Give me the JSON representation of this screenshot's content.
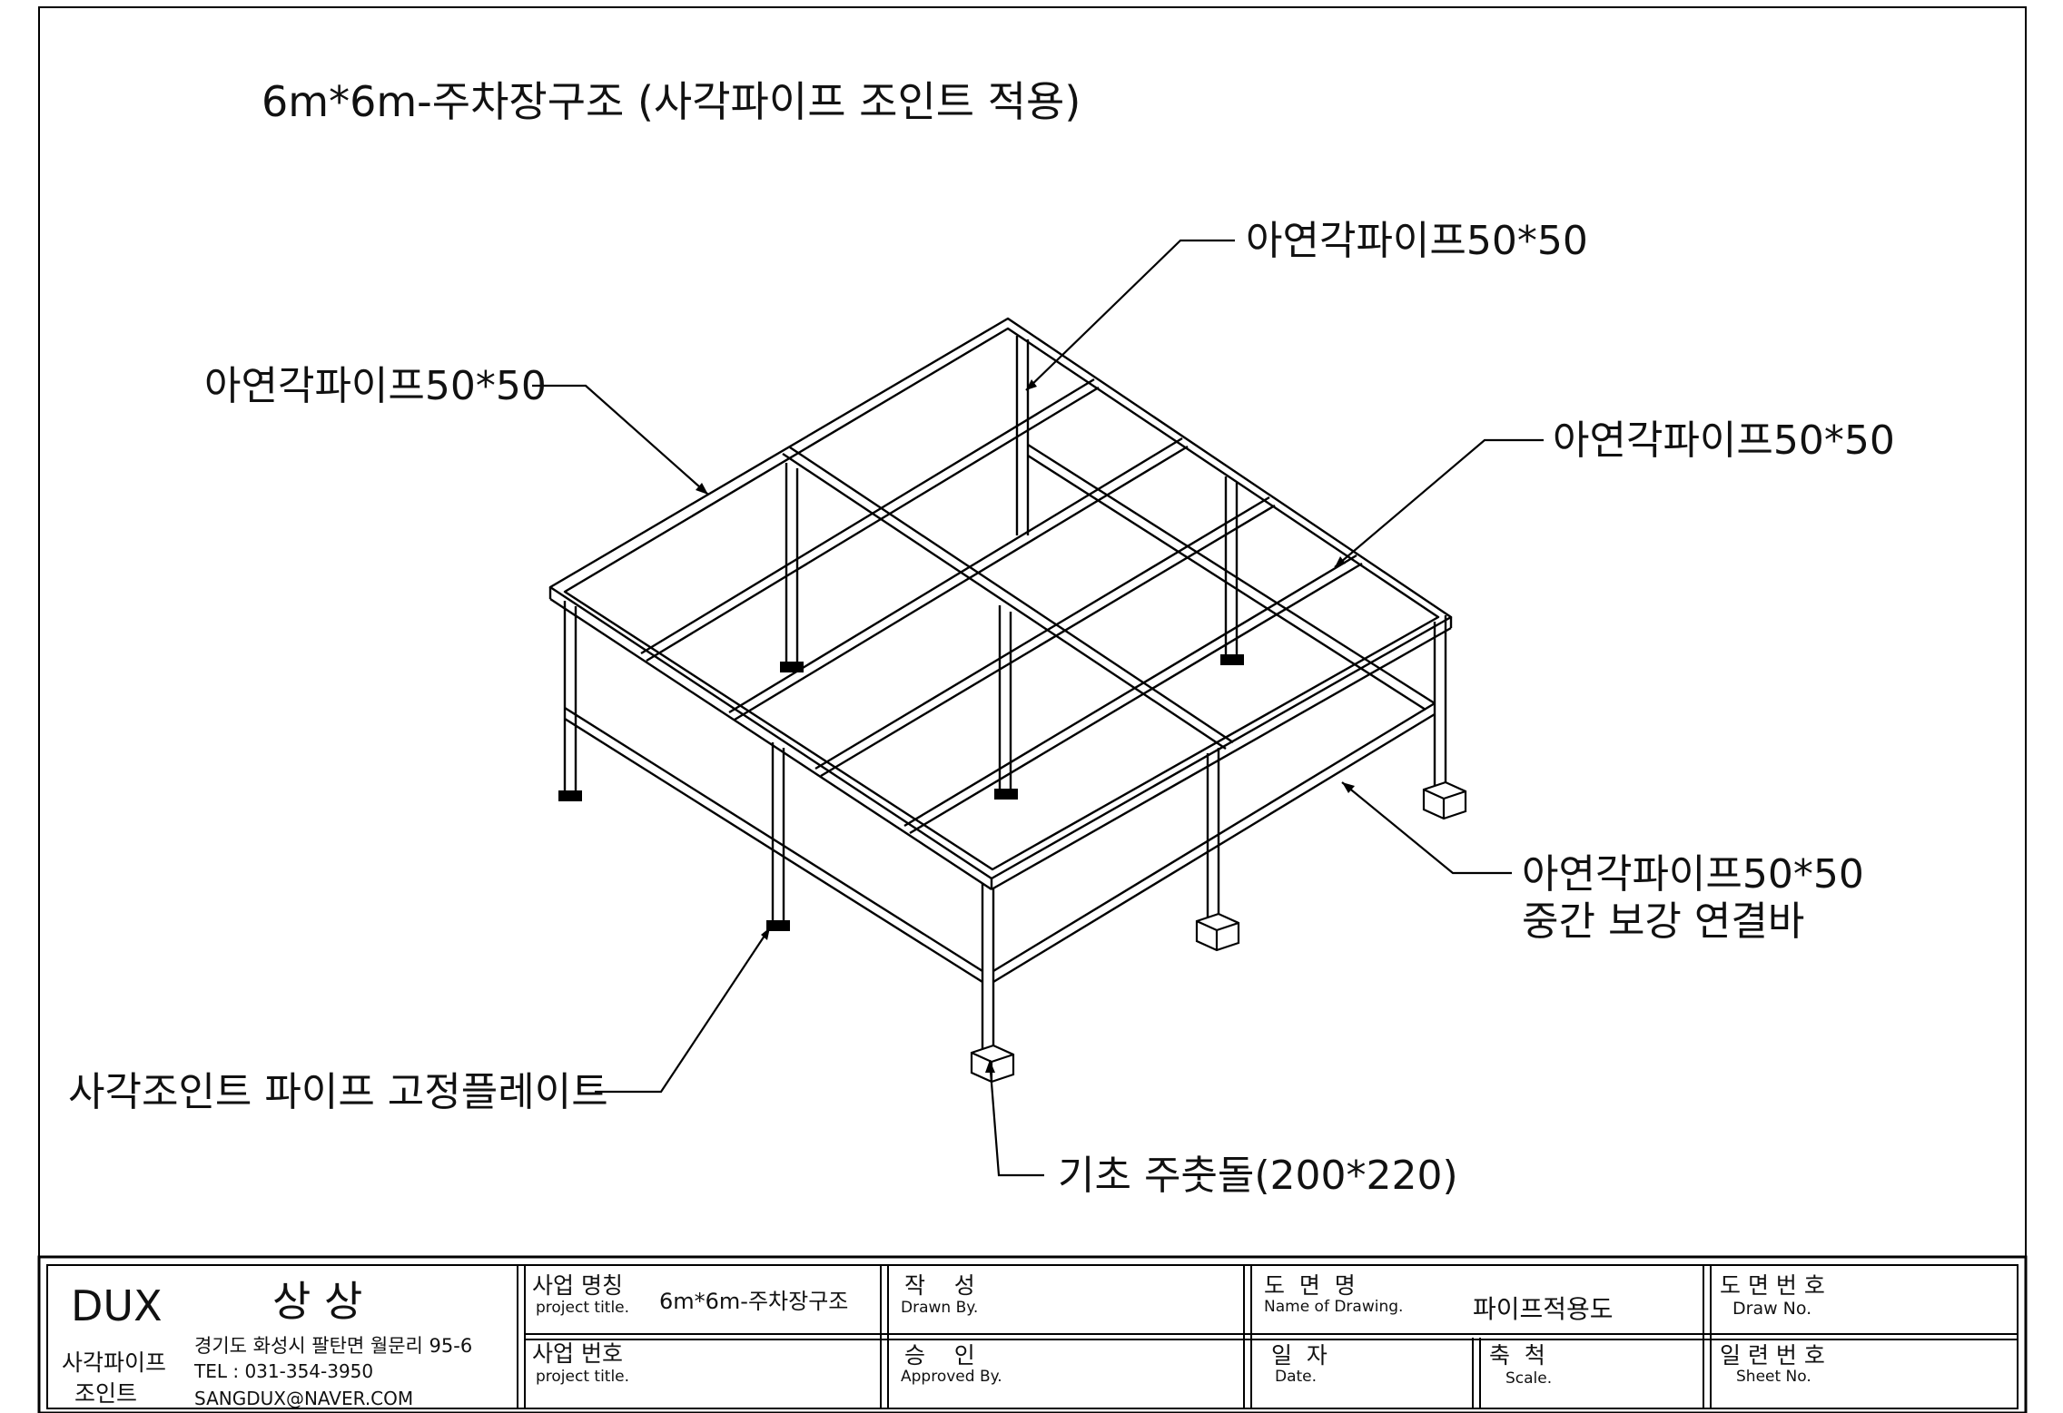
{
  "drawing": {
    "title": "6m*6m-주차장구조  (사각파이프 조인트 적용)",
    "callouts": {
      "top_right": "아연각파이프50*50",
      "top_left": "아연각파이프50*50",
      "right": "아연각파이프50*50",
      "bottom_right_line1": "아연각파이프50*50",
      "bottom_right_line2": "중간 보강 연결바",
      "bottom_left": "사각조인트 파이프 고정플레이트",
      "bottom": "기초 주춧돌(200*220)"
    }
  },
  "title_block": {
    "company": {
      "brand": "DUX",
      "name": "상 상",
      "product_line1": "사각파이프",
      "product_line2": "조인트",
      "address": "경기도 화성시 팔탄면 월문리 95-6",
      "tel": "TEL : 031-354-3950",
      "email": "SANGDUX@NAVER.COM"
    },
    "project_name": {
      "label_ko": "사업 명칭",
      "label_en": "project title.",
      "value": "6m*6m-주차장구조"
    },
    "project_no": {
      "label_ko": "사업 번호",
      "label_en": "project title.",
      "value": ""
    },
    "drawn_by": {
      "label_ko": "작    성",
      "label_en": "Drawn By.",
      "value": ""
    },
    "approved_by": {
      "label_ko": "승    인",
      "label_en": "Approved By.",
      "value": ""
    },
    "drawing_name": {
      "label_ko": "도  면  명",
      "label_en": "Name of Drawing.",
      "value": "파이프적용도"
    },
    "date": {
      "label_ko": "일  자",
      "label_en": "Date.",
      "value": ""
    },
    "scale": {
      "label_ko": "축  척",
      "label_en": "Scale.",
      "value": ""
    },
    "drawing_no": {
      "label_ko": "도 면 번 호",
      "label_en": "Draw No.",
      "value": ""
    },
    "sheet_no": {
      "label_ko": "일 련 번 호",
      "label_en": "Sheet No.",
      "value": ""
    }
  }
}
